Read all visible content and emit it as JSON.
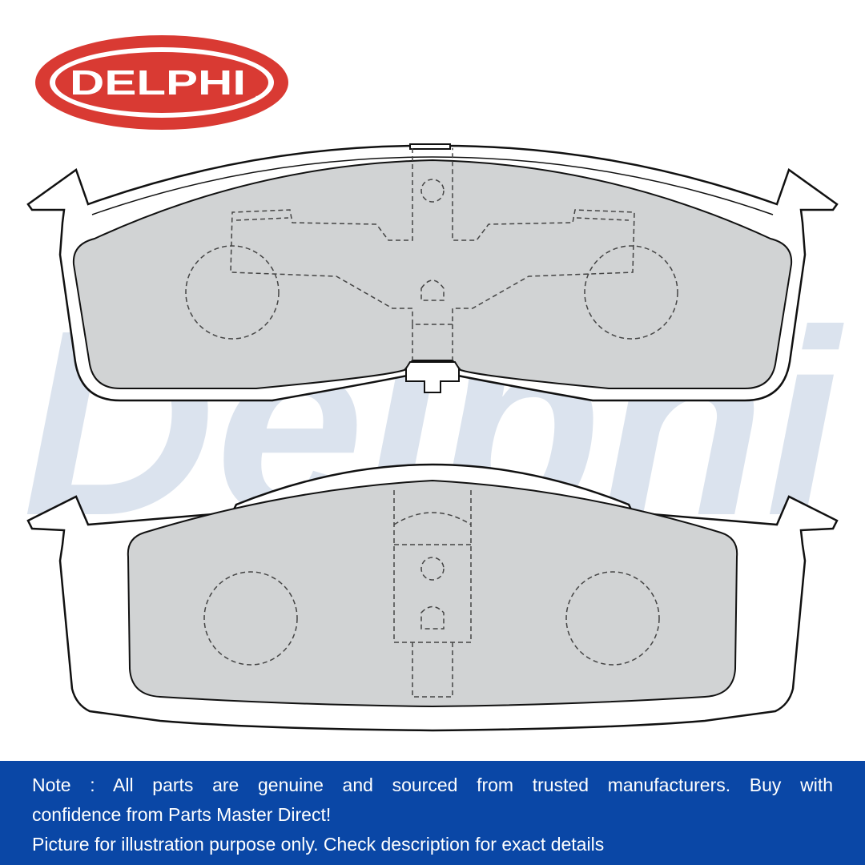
{
  "logo": {
    "text": "DELPHI",
    "trademark": "™",
    "brand_color": "#d93a33"
  },
  "watermark": {
    "text": "Delphi",
    "color": "#dbe3ee"
  },
  "drawing": {
    "pad_fill": "#d1d3d4",
    "line_color": "#111111",
    "hidden_line_color": "#444444"
  },
  "note": {
    "line1": "Note : All parts are genuine and sourced from trusted manufacturers. Buy with",
    "line2": "confidence from Parts Master Direct!",
    "line3": "Picture for illustration purpose only. Check description for exact details",
    "background": "#0a47a6"
  }
}
